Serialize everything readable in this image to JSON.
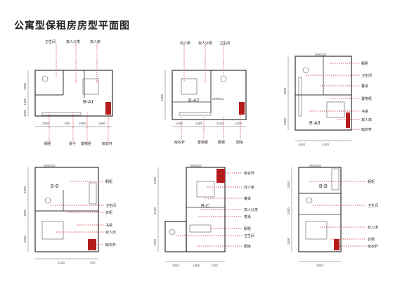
{
  "title": "公寓型保租房房型平面图",
  "plans": [
    {
      "code": "B-A1",
      "labels_top": [
        "卫生间",
        "双人沙发",
        "双人床"
      ],
      "labels_bottom": [
        "橱柜",
        "桌子",
        "置物柜",
        "晾衣杆"
      ],
      "dims_bottom": [
        "3000",
        "900",
        "1800",
        "1800"
      ],
      "dims_left": [
        "2980",
        "1400",
        "4900"
      ]
    },
    {
      "code": "B-A2",
      "labels_top": [
        "双人床",
        "双人沙发",
        "卫生间"
      ],
      "labels_bottom": [
        "晾衣杆",
        "置物柜",
        "橱柜",
        "厨房"
      ],
      "dims_bottom": [
        "1650",
        "1385",
        "3150",
        "1400"
      ],
      "dims_left": [
        "4500"
      ],
      "door": "SM0821"
    },
    {
      "code": "B-A3",
      "labels_right": [
        "橱柜",
        "卫生间",
        "餐桌",
        "置物柜",
        "书桌",
        "双人床",
        "晾衣杆"
      ],
      "dims_bottom": [
        "4240",
        "4240"
      ],
      "dims_left": [
        "1800",
        "2800"
      ],
      "door": "SM1022"
    },
    {
      "code": "B-B",
      "labels_right": [
        "橱柜",
        "卫生间",
        "衣柜",
        "书桌",
        "双人床",
        "晾衣杆"
      ],
      "dims_bottom": [
        "4150",
        "400"
      ],
      "dims_left": [
        "3400",
        "1800",
        "2950"
      ],
      "door": "SM1022"
    },
    {
      "code": "B-C",
      "labels_right": [
        "晾衣杆",
        "双人床",
        "餐桌",
        "双人沙发",
        "茶桌",
        "橱柜",
        "卫生间",
        "厨房"
      ],
      "dims_bottom": [
        "1820",
        "1385",
        "1320"
      ],
      "dims_left": [
        "2150",
        "3180",
        "1700"
      ],
      "door": "SM1022"
    },
    {
      "code": "B-B",
      "labels_right": [
        "橱柜",
        "卫生间",
        "双人床",
        "衣柜",
        "晾衣杆"
      ],
      "dims_bottom": [
        "2350"
      ],
      "dims_left": [
        "1950",
        "2550",
        "2500"
      ],
      "door": "SM1022"
    }
  ]
}
